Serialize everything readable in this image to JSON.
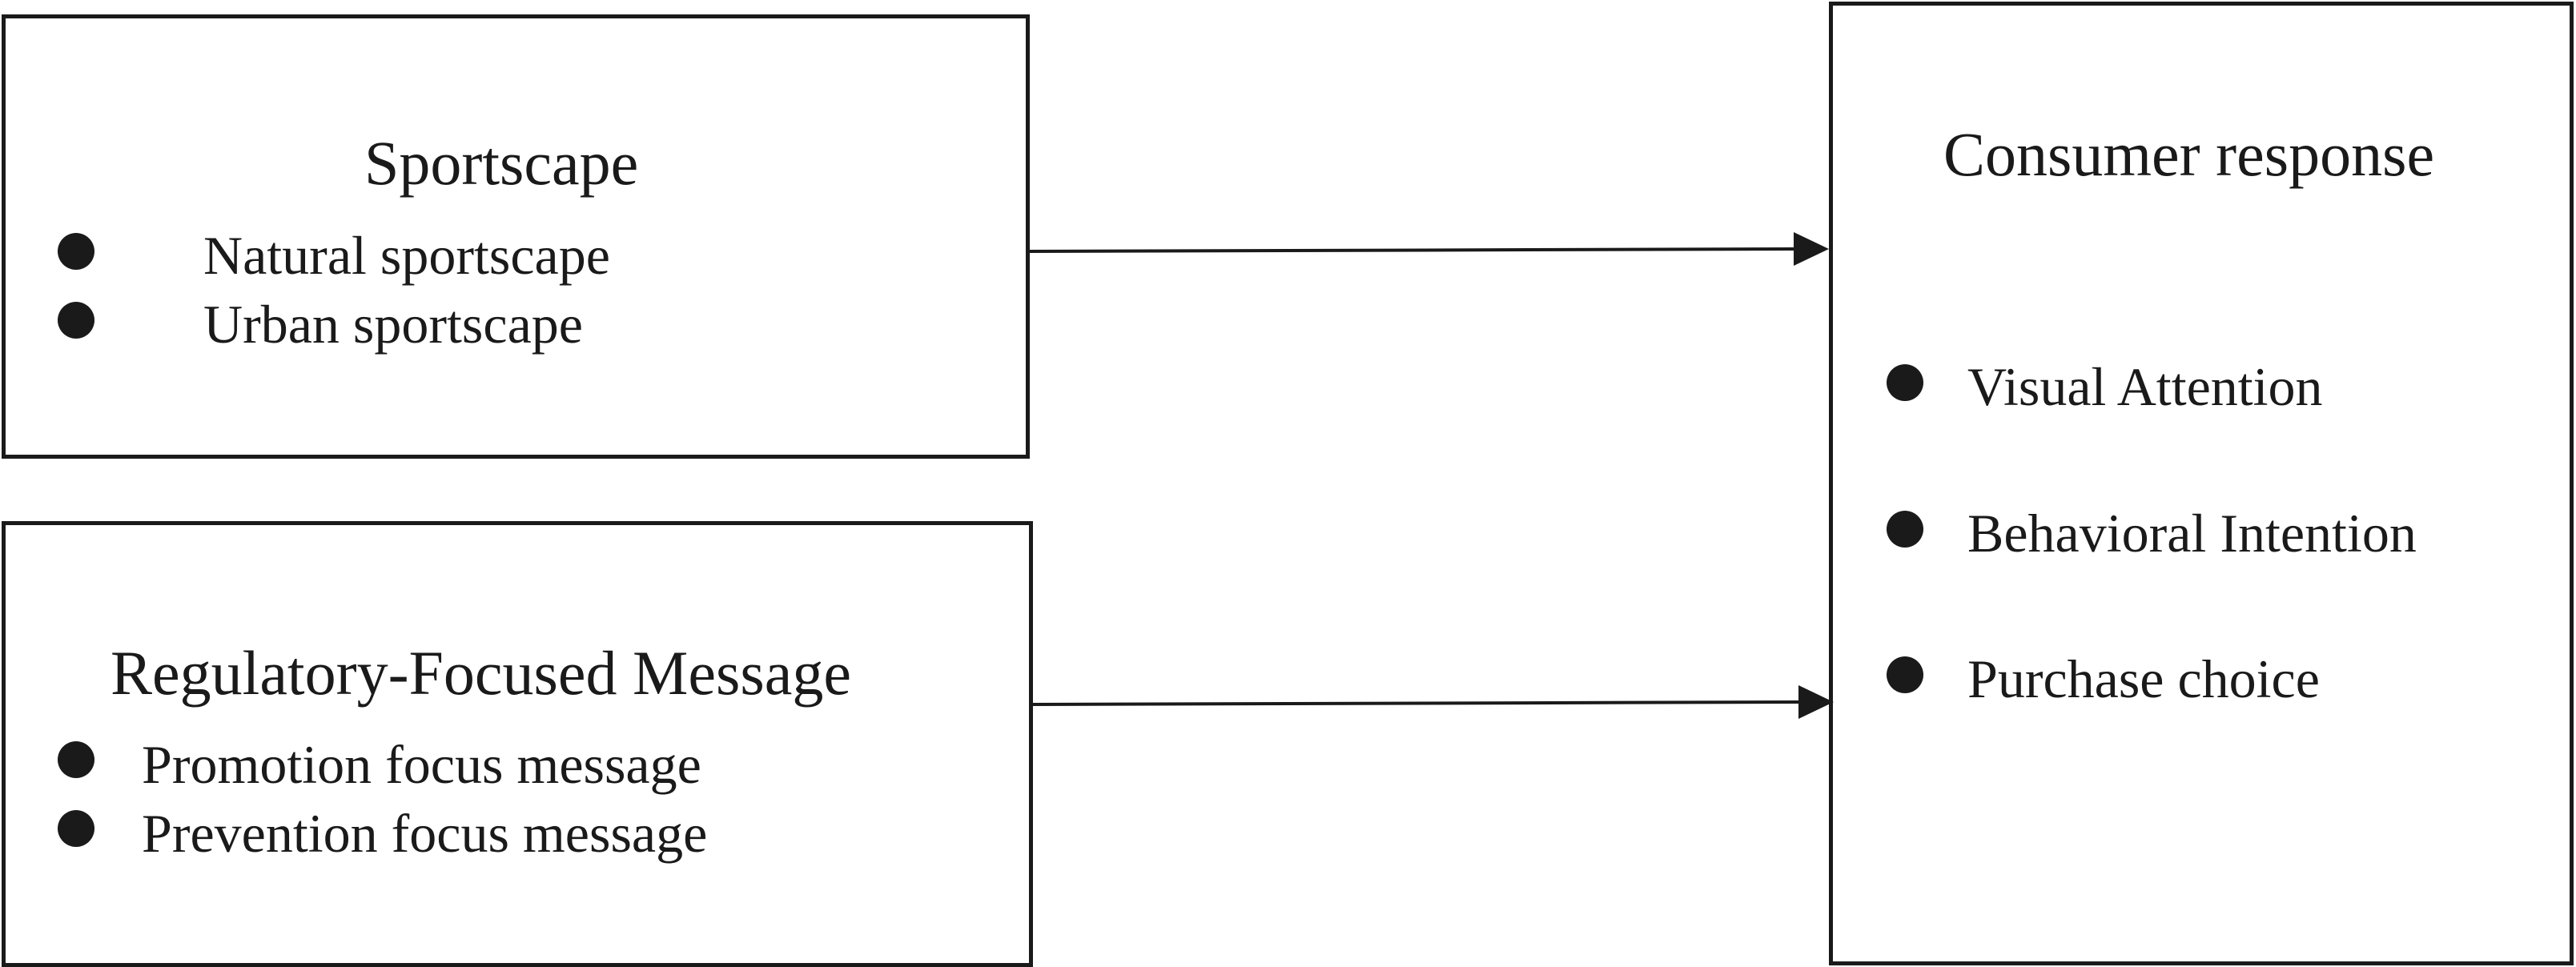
{
  "sportscape": {
    "title": "Sportscape",
    "items": [
      "Natural sportscape",
      "Urban sportscape"
    ]
  },
  "message": {
    "title": "Regulatory-Focused Message",
    "items": [
      "Promotion focus message",
      "Prevention focus message"
    ]
  },
  "response": {
    "title": "Consumer response",
    "items": [
      "Visual Attention",
      "Behavioral Intention",
      "Purchase choice"
    ]
  },
  "colors": {
    "ink": "#1a1a1a",
    "background": "#ffffff"
  }
}
